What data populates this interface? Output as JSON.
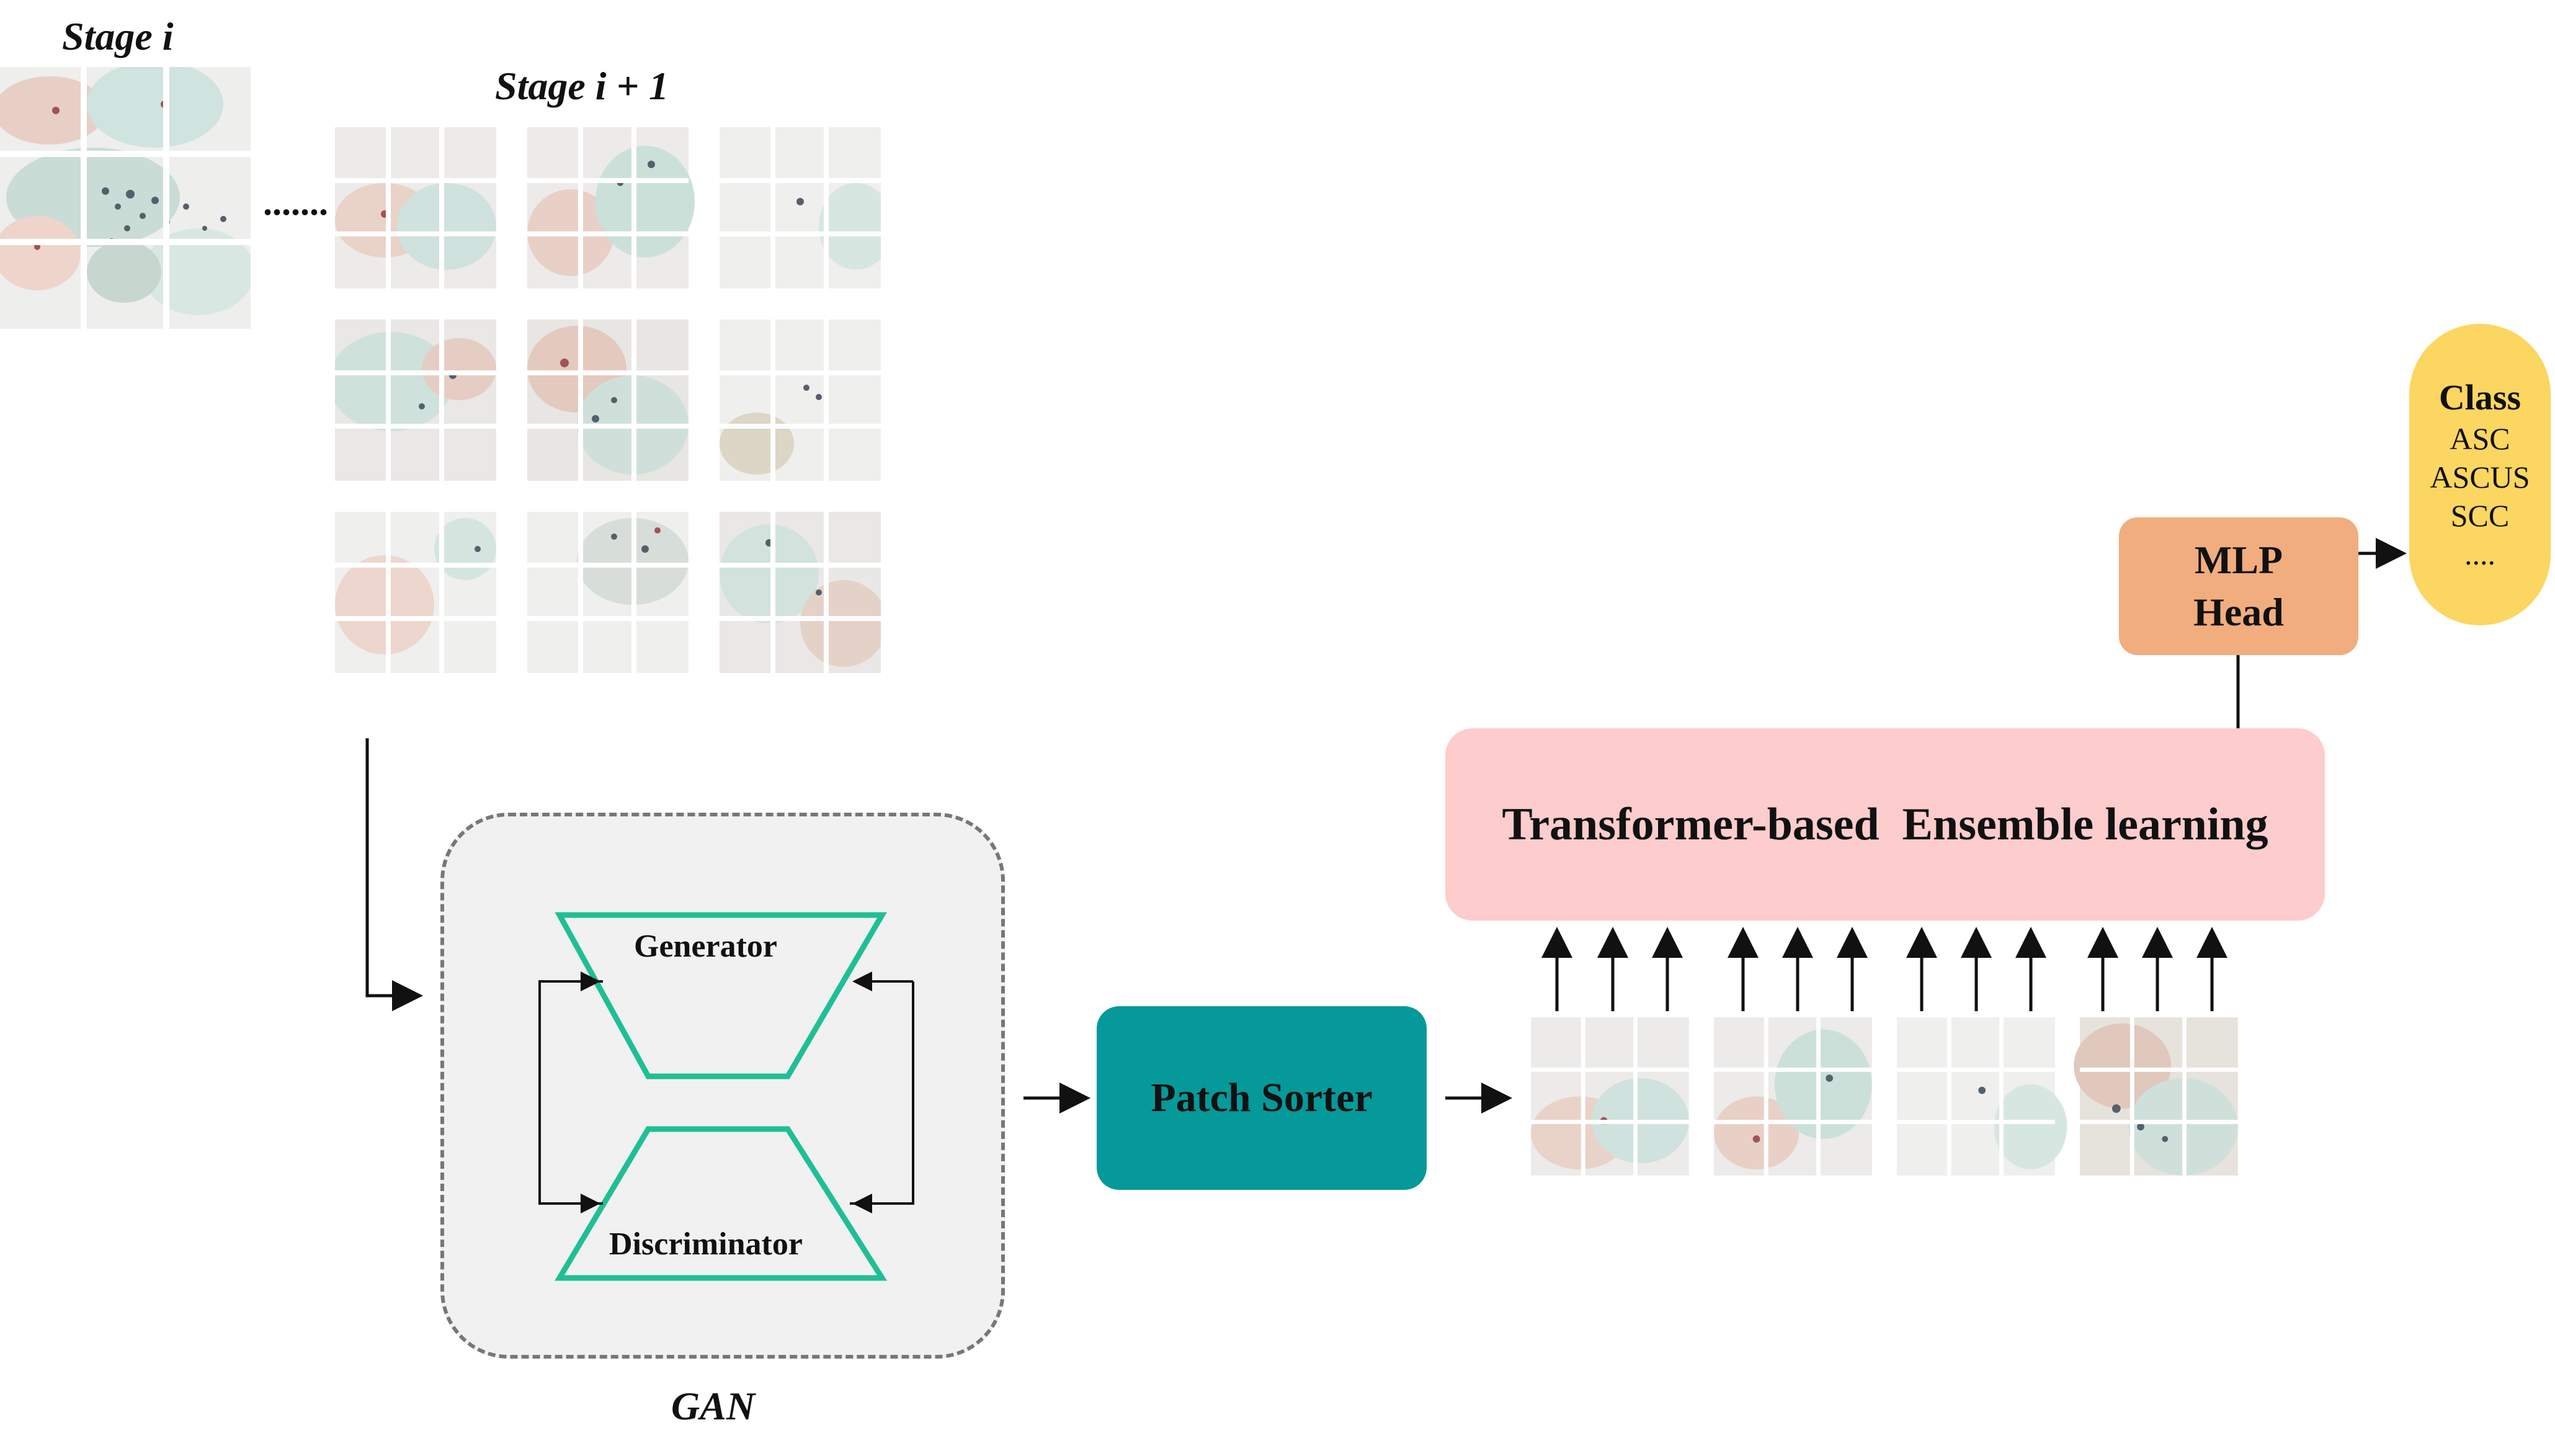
{
  "labels": {
    "stage_i": "Stage i",
    "stage_i_plus_1": "Stage i + 1",
    "ellipsis": ".......",
    "gan": "GAN",
    "generator": "Generator",
    "discriminator": "Discriminator",
    "patch_sorter": "Patch Sorter",
    "transformer": "Transformer-based  Ensemble learning",
    "mlp_line1": "MLP",
    "mlp_line2": "Head"
  },
  "class_box": {
    "title": "Class",
    "items": [
      "ASC",
      "ASCUS",
      "SCC",
      "...."
    ]
  },
  "colors": {
    "patch_sorter": "#05999a",
    "transformer": "#fdcccd",
    "mlp_head": "#f1ad7e",
    "class_box": "#fbd661",
    "gan_outline": "#1fbf95",
    "gan_background": "#f1f1f1"
  }
}
